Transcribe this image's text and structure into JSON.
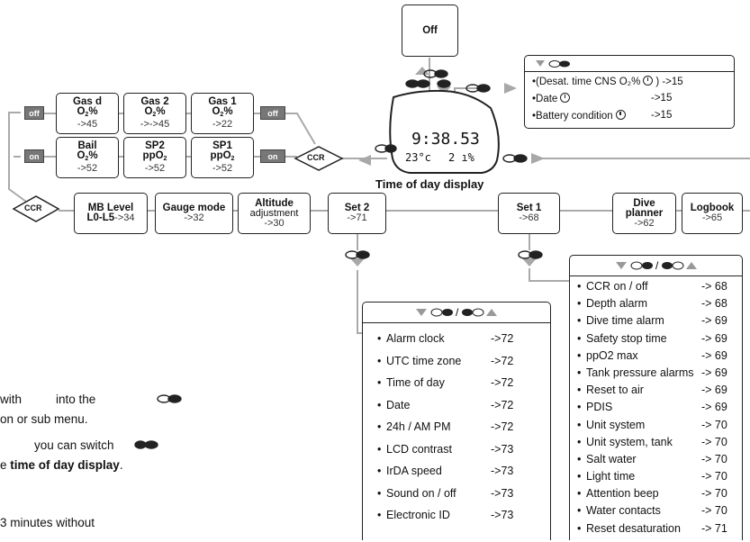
{
  "top_box": "Off",
  "watch": {
    "time": "9:38.53",
    "temp": "23°c",
    "right": "2 ı%",
    "caption": "Time of day display"
  },
  "popup": {
    "items": [
      {
        "label": "(Desat. time CNS O₂%",
        "ref": ") ->15",
        "has_clock": true
      },
      {
        "label": "Date",
        "ref": "->15",
        "has_clock": true
      },
      {
        "label": "Battery condition",
        "ref": "->15",
        "has_clock": true
      }
    ]
  },
  "tags": {
    "off1": "off",
    "off2": "off",
    "on1": "on",
    "on2": "on",
    "ccr_diamond_right": "CCR",
    "ccr_diamond_left": "CCR"
  },
  "gas_row": [
    {
      "name": "Gas d",
      "unit": "O",
      "unit_sub": "2",
      "unit_tail": "%",
      "ref": "->45"
    },
    {
      "name": "Gas 2",
      "unit": "O",
      "unit_sub": "2",
      "unit_tail": "%",
      "ref": "->->45"
    },
    {
      "name": "Gas 1",
      "unit": "O",
      "unit_sub": "2",
      "unit_tail": "%",
      "ref": "->22"
    }
  ],
  "sp_row": [
    {
      "name": "Bail",
      "unit": "O",
      "unit_sub": "2",
      "unit_tail": "%",
      "ref": "->52"
    },
    {
      "name": "SP2",
      "unit": "ppO",
      "unit_sub": "2",
      "unit_tail": "",
      "ref": "->52"
    },
    {
      "name": "SP1",
      "unit": "ppO",
      "unit_sub": "2",
      "unit_tail": "",
      "ref": "->52"
    }
  ],
  "main_row": [
    {
      "title": "MB Level",
      "line2": "L0-L5",
      "ref": "->34"
    },
    {
      "title": "Gauge mode",
      "line2": "",
      "ref": "->32"
    },
    {
      "title": "Altitude",
      "line2": "adjustment",
      "ref": "->30"
    },
    {
      "title": "Set 2",
      "line2": "",
      "ref": "->71"
    },
    {
      "title": "Set 1",
      "line2": "",
      "ref": "->68"
    },
    {
      "title": "Dive planner",
      "line2": "",
      "ref": "->62"
    },
    {
      "title": "Logbook",
      "line2": "",
      "ref": "->65"
    }
  ],
  "set2_menu": {
    "header": "/",
    "items": [
      {
        "label": "Alarm clock",
        "ref": "->72"
      },
      {
        "label": "UTC time zone",
        "ref": "->72"
      },
      {
        "label": "Time of day",
        "ref": "->72"
      },
      {
        "label": "Date",
        "ref": "->72"
      },
      {
        "label": "24h / AM PM",
        "ref": "->72"
      },
      {
        "label": "LCD contrast",
        "ref": "->73"
      },
      {
        "label": "IrDA speed",
        "ref": "->73"
      },
      {
        "label": "Sound on / off",
        "ref": "->73"
      },
      {
        "label": "Electronic ID",
        "ref": "->73"
      }
    ]
  },
  "set1_menu": {
    "header": "/",
    "items": [
      {
        "label": "CCR on / off",
        "ref": "-> 68"
      },
      {
        "label": "Depth alarm",
        "ref": "-> 68"
      },
      {
        "label": "Dive time alarm",
        "ref": "-> 69"
      },
      {
        "label": "Safety stop time",
        "ref": "-> 69"
      },
      {
        "label": "ppO2 max",
        "ref": "-> 69"
      },
      {
        "label": "Tank pressure alarms",
        "ref": "-> 69"
      },
      {
        "label": "Reset to air",
        "ref": "-> 69"
      },
      {
        "label": "PDIS",
        "ref": "-> 69"
      },
      {
        "label": "Unit system",
        "ref": "-> 70"
      },
      {
        "label": "Unit system, tank",
        "ref": "-> 70"
      },
      {
        "label": "Salt water",
        "ref": "-> 70"
      },
      {
        "label": "Light time",
        "ref": "-> 70"
      },
      {
        "label": "Attention beep",
        "ref": "-> 70"
      },
      {
        "label": "Water contacts",
        "ref": "-> 70"
      },
      {
        "label": "Reset desaturation",
        "ref": "-> 71"
      }
    ]
  },
  "side_text": {
    "l1a": "with",
    "l1b": "into the",
    "l2": "on or sub menu.",
    "l3": "you can switch",
    "l4a": "e ",
    "l4b": "time of day display",
    "l4c": ".",
    "l5": "3 minutes without"
  },
  "colors": {
    "line": "#aaaaaa",
    "tag": "#777777",
    "arrow": "#a8a8a8"
  }
}
